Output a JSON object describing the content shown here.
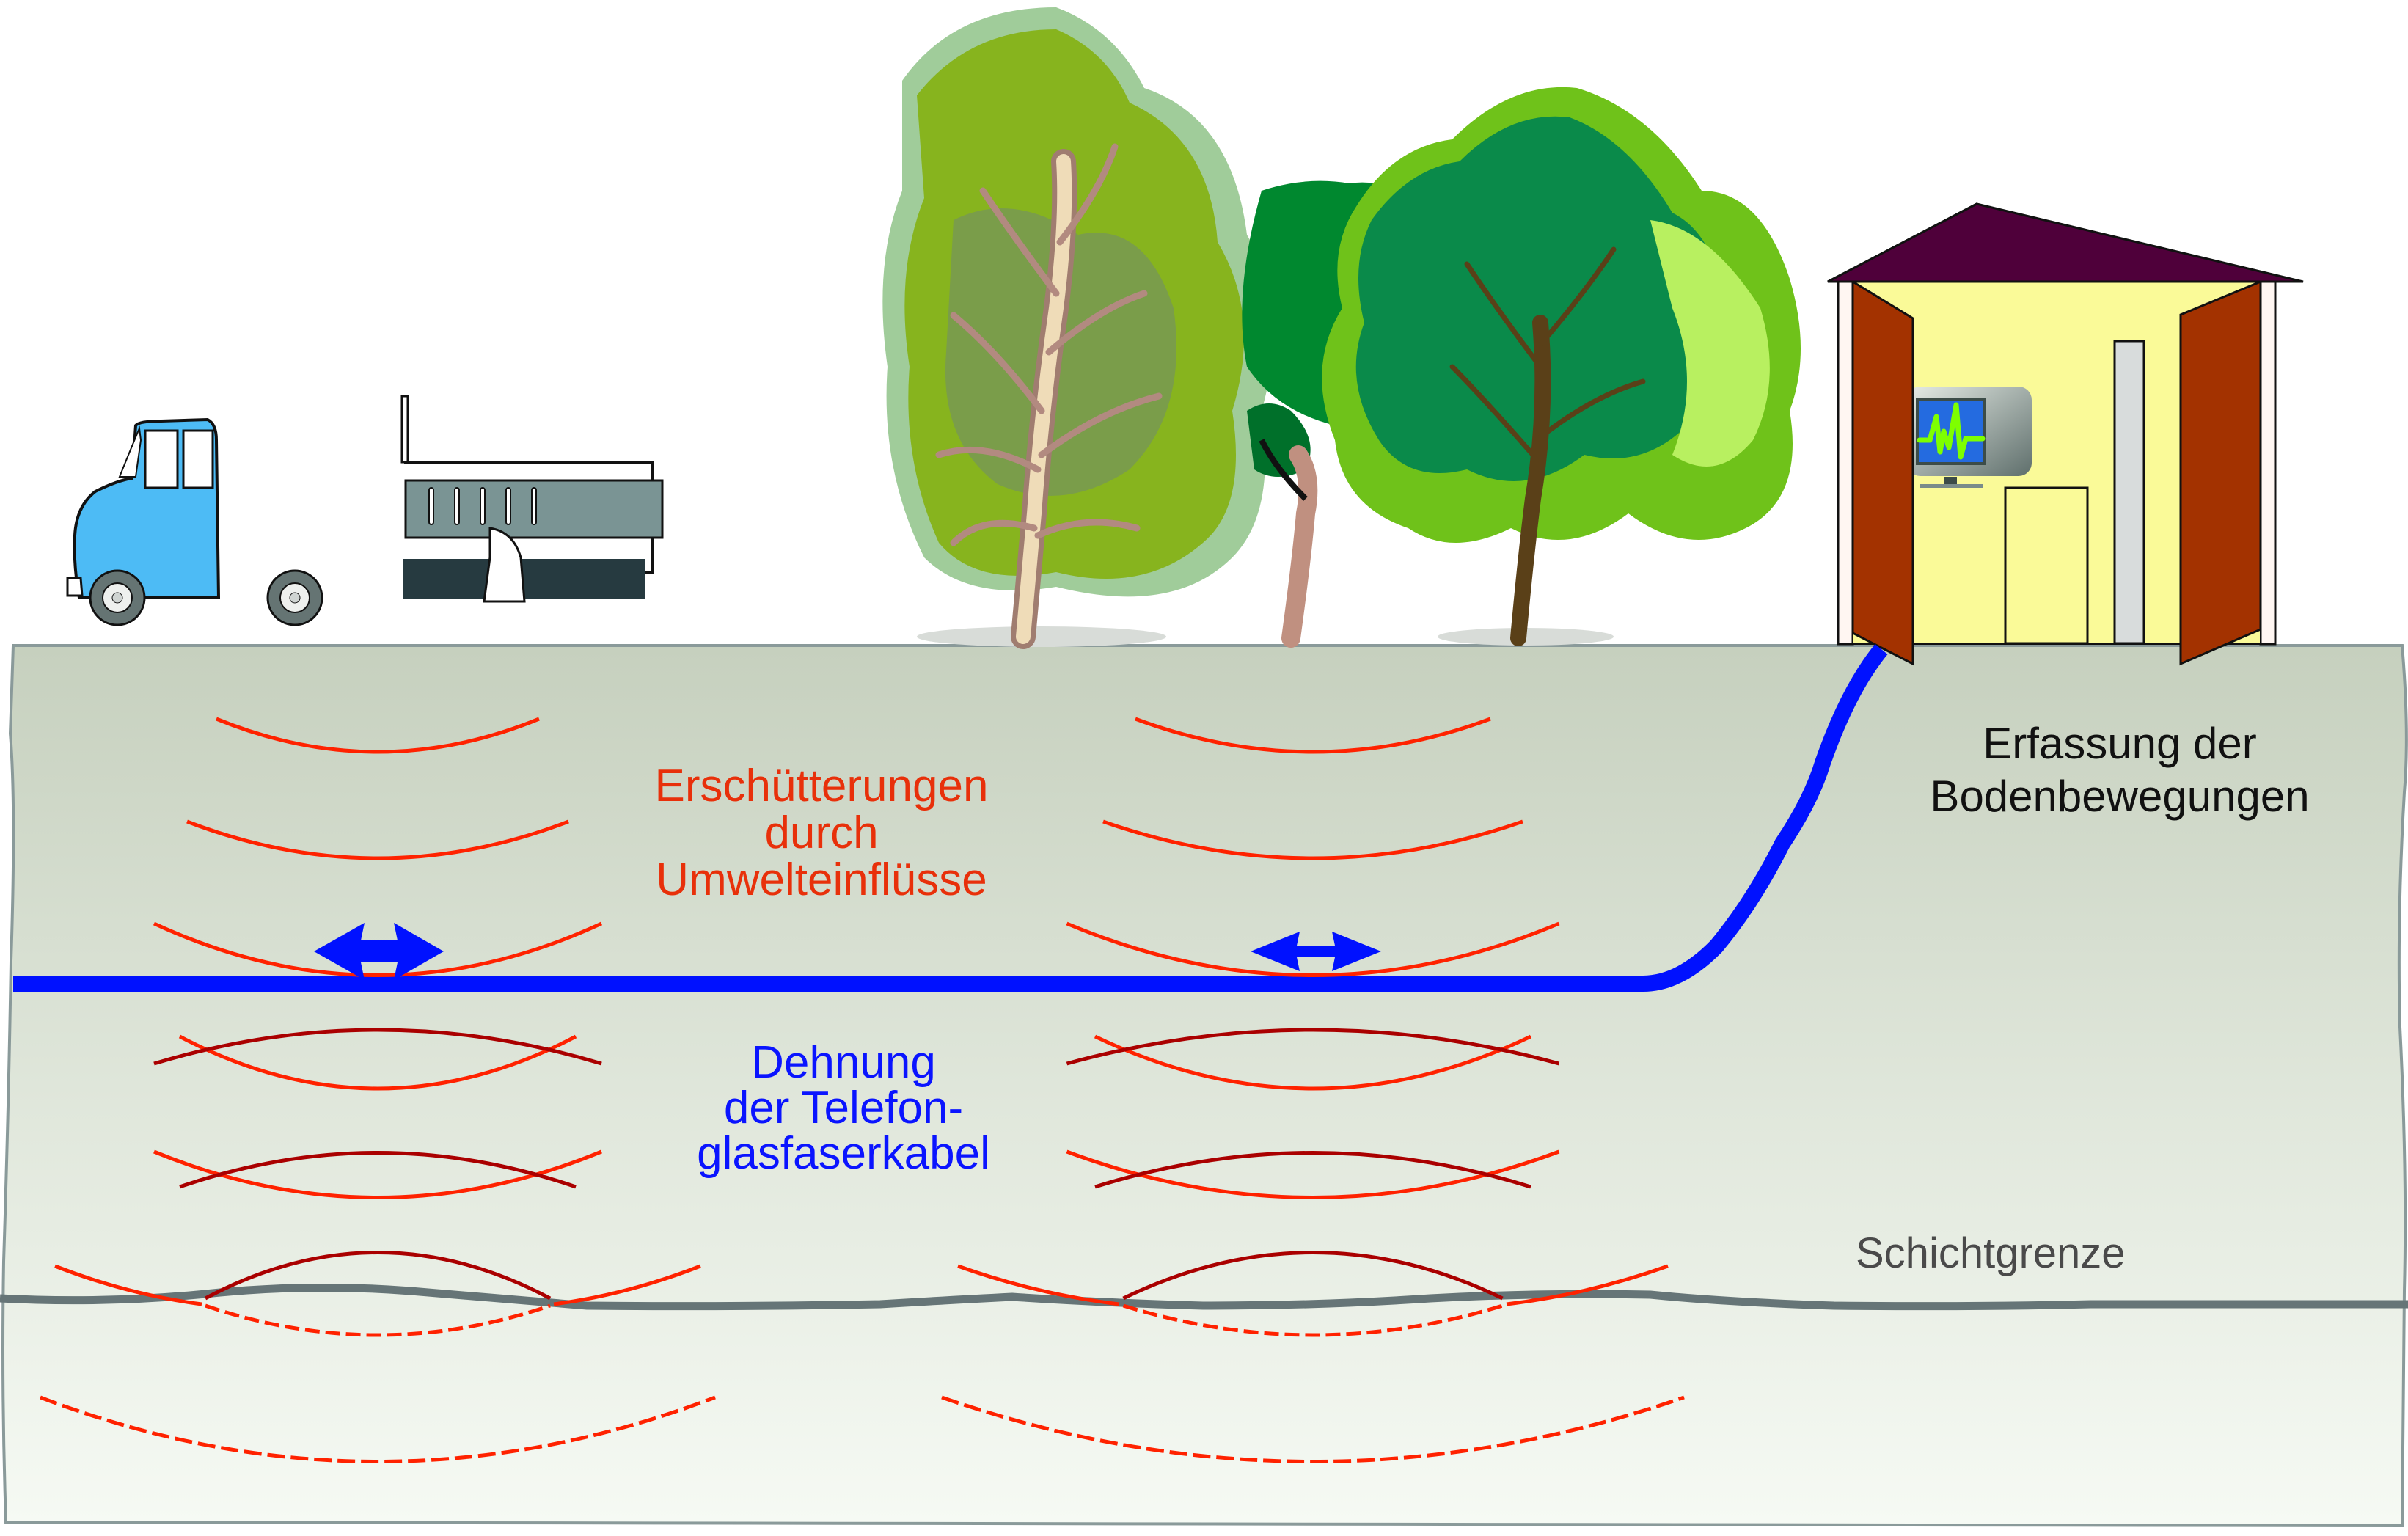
{
  "diagram": {
    "title": "Erfassung von Bodenbewegungen über Glasfaserkabel",
    "labels": {
      "vibrations": [
        "Erschütterungen",
        "durch",
        "Umwelteinflüsse"
      ],
      "cable_stretch": [
        "Dehnung",
        "der Telefon-",
        "glasfaserkabel"
      ],
      "detection": [
        "Erfassung der",
        "Bodenbewegungen"
      ],
      "layer_boundary": "Schichtgrenze"
    },
    "elements": {
      "vehicle": "truck",
      "vegetation": [
        "tree",
        "tree",
        "tree"
      ],
      "station": "measurement-hut with seismograph monitor",
      "cable": "fiber-optic telephone cable",
      "wave_sources": 2,
      "stretch_arrows": 2
    },
    "colors": {
      "wave_primary": "#ff2200",
      "wave_reflected": "#aa0000",
      "cable": "#0011ff",
      "layer_line": "#667577",
      "ground_top": "#c6d0be",
      "ground_bottom": "#f6faf4",
      "vibration_text": "#e8300a",
      "stretch_text": "#0a14ff",
      "detection_text": "#111111",
      "layer_text": "#4a4a4a",
      "roof": "#4f003a",
      "door": "#a33200",
      "hut_interior": "#fafa98",
      "truck_cab": "#4dbbf5",
      "truck_bed": "#7a9494",
      "monitor_screen": "#246be0",
      "monitor_trace": "#7eff00"
    }
  }
}
